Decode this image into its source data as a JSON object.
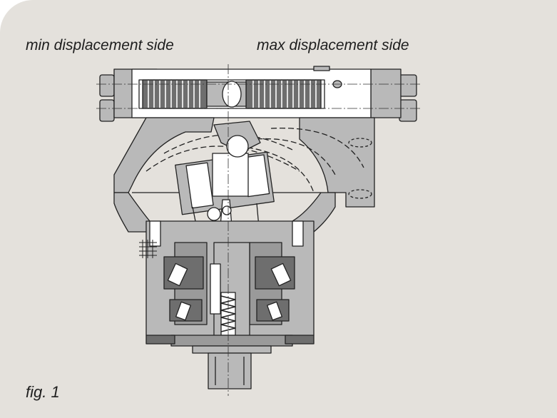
{
  "labels": {
    "min_side": "min displacement side",
    "max_side": "max displacement side",
    "figure": "fig. 1"
  },
  "colors": {
    "background": "#e4e1dc",
    "section_fill": "#b9b9b9",
    "dark_fill": "#6e6e6e",
    "outline": "#222222"
  }
}
